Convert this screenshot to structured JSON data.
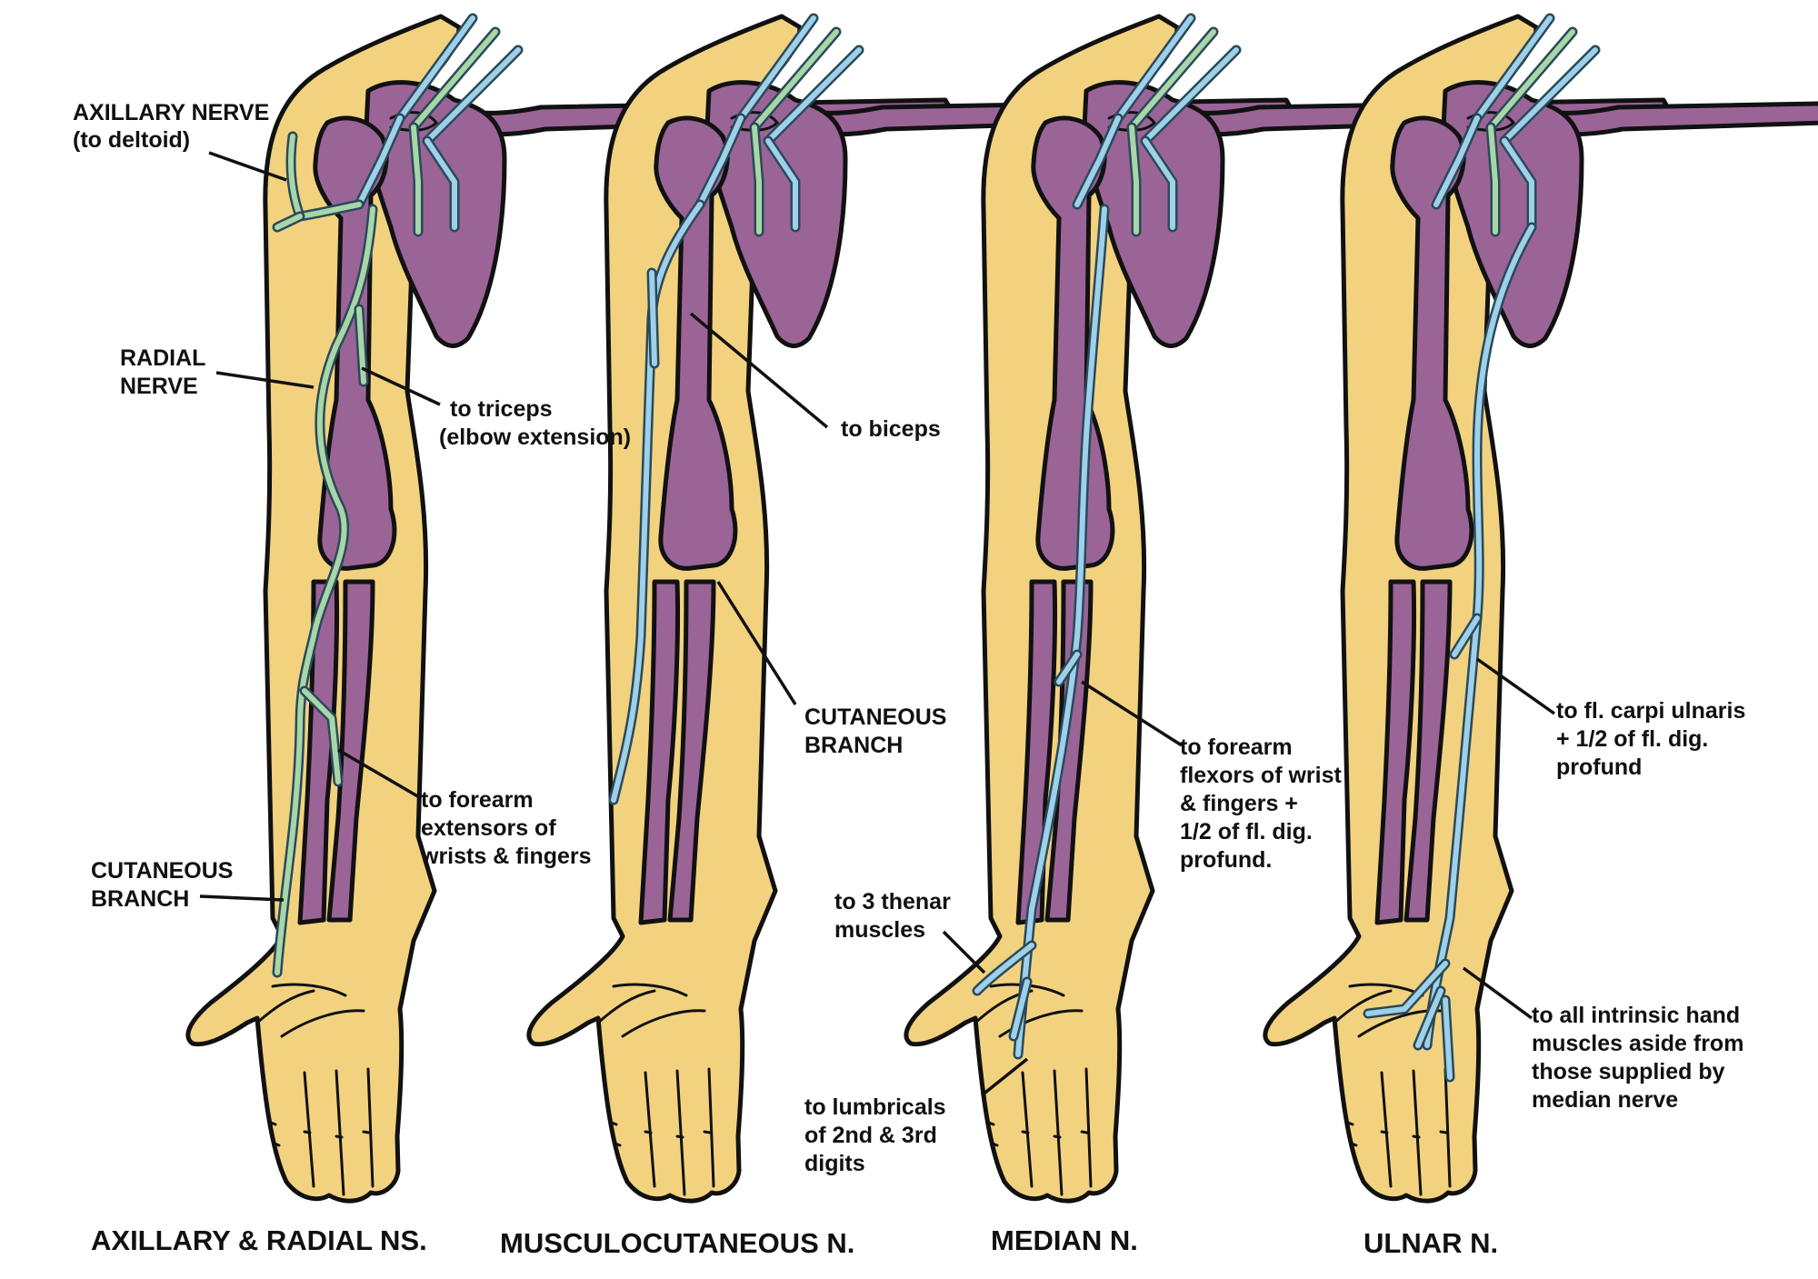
{
  "colors": {
    "skin": "#f2d27f",
    "bone": "#9b6497",
    "nerve_blue": "#9fd0ea",
    "nerve_green": "#a8d6a8",
    "outline": "#111111"
  },
  "panels": [
    {
      "title": "AXILLARY & RADIAL NS.",
      "labels": [
        {
          "lines": [
            "AXILLARY NERVE",
            "(to deltoid)"
          ]
        },
        {
          "lines": [
            "RADIAL",
            "NERVE"
          ]
        },
        {
          "lines": [
            "to triceps",
            "(elbow extension)"
          ]
        },
        {
          "lines": [
            "to forearm",
            "extensors of",
            "wrists & fingers"
          ]
        },
        {
          "lines": [
            "CUTANEOUS",
            "BRANCH"
          ]
        }
      ]
    },
    {
      "title": "MUSCULOCUTANEOUS N.",
      "labels": [
        {
          "lines": [
            "to biceps"
          ]
        },
        {
          "lines": [
            "CUTANEOUS",
            "BRANCH"
          ]
        }
      ]
    },
    {
      "title": "MEDIAN N.",
      "labels": [
        {
          "lines": [
            "to forearm",
            "flexors of wrist",
            "& fingers +",
            "1/2 of fl. dig.",
            "profund."
          ]
        },
        {
          "lines": [
            "to 3 thenar",
            "muscles"
          ]
        },
        {
          "lines": [
            "to lumbricals",
            "of 2nd & 3rd",
            "digits"
          ]
        }
      ]
    },
    {
      "title": "ULNAR N.",
      "labels": [
        {
          "lines": [
            "to fl. carpi ulnaris",
            "+ 1/2 of fl. dig.",
            "profund"
          ]
        },
        {
          "lines": [
            "to all intrinsic hand",
            "muscles aside from",
            "those supplied by",
            "median nerve"
          ]
        }
      ]
    }
  ]
}
